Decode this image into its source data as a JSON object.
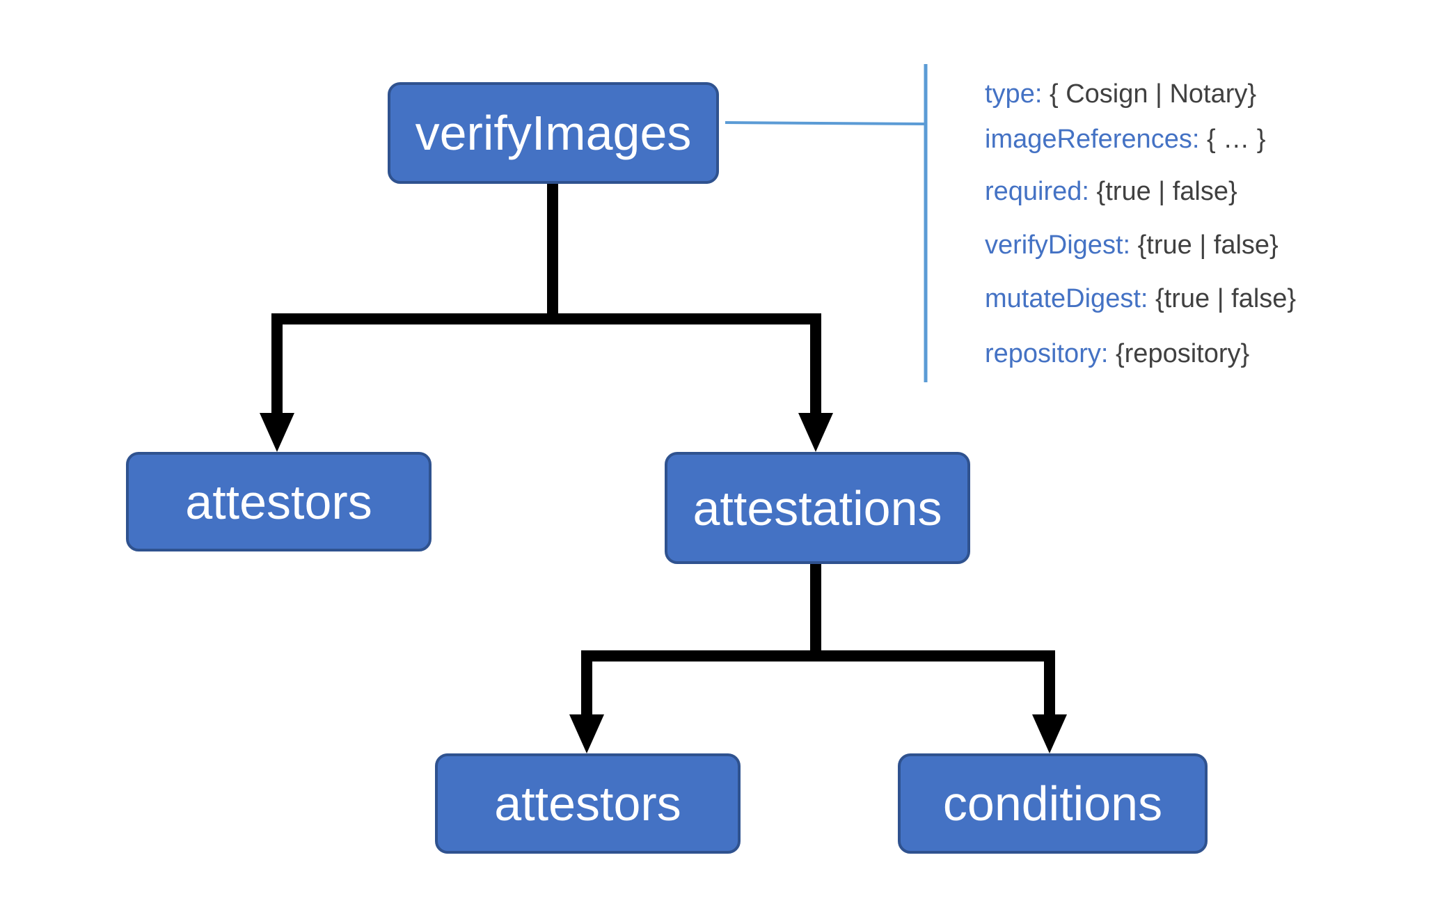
{
  "nodes": {
    "verify_images": "verifyImages",
    "attestors_left": "attestors",
    "attestations": "attestations",
    "attestors_bottom": "attestors",
    "conditions": "conditions"
  },
  "properties": [
    {
      "key": "type:",
      "value": " { Cosign | Notary}"
    },
    {
      "key": "imageReferences:",
      "value": " { … }"
    },
    {
      "key": "required:",
      "value": " {true | false}"
    },
    {
      "key": "verifyDigest:",
      "value": " {true | false}"
    },
    {
      "key": "mutateDigest:",
      "value": " {true | false}"
    },
    {
      "key": "repository:",
      "value": " {repository}"
    }
  ],
  "colors": {
    "node_fill": "#4472C4",
    "node_border": "#2F528F",
    "node_text": "#FFFFFF",
    "connector": "#000000",
    "bracket": "#5B9BD5",
    "property_key": "#4472C4",
    "property_value": "#404040"
  }
}
